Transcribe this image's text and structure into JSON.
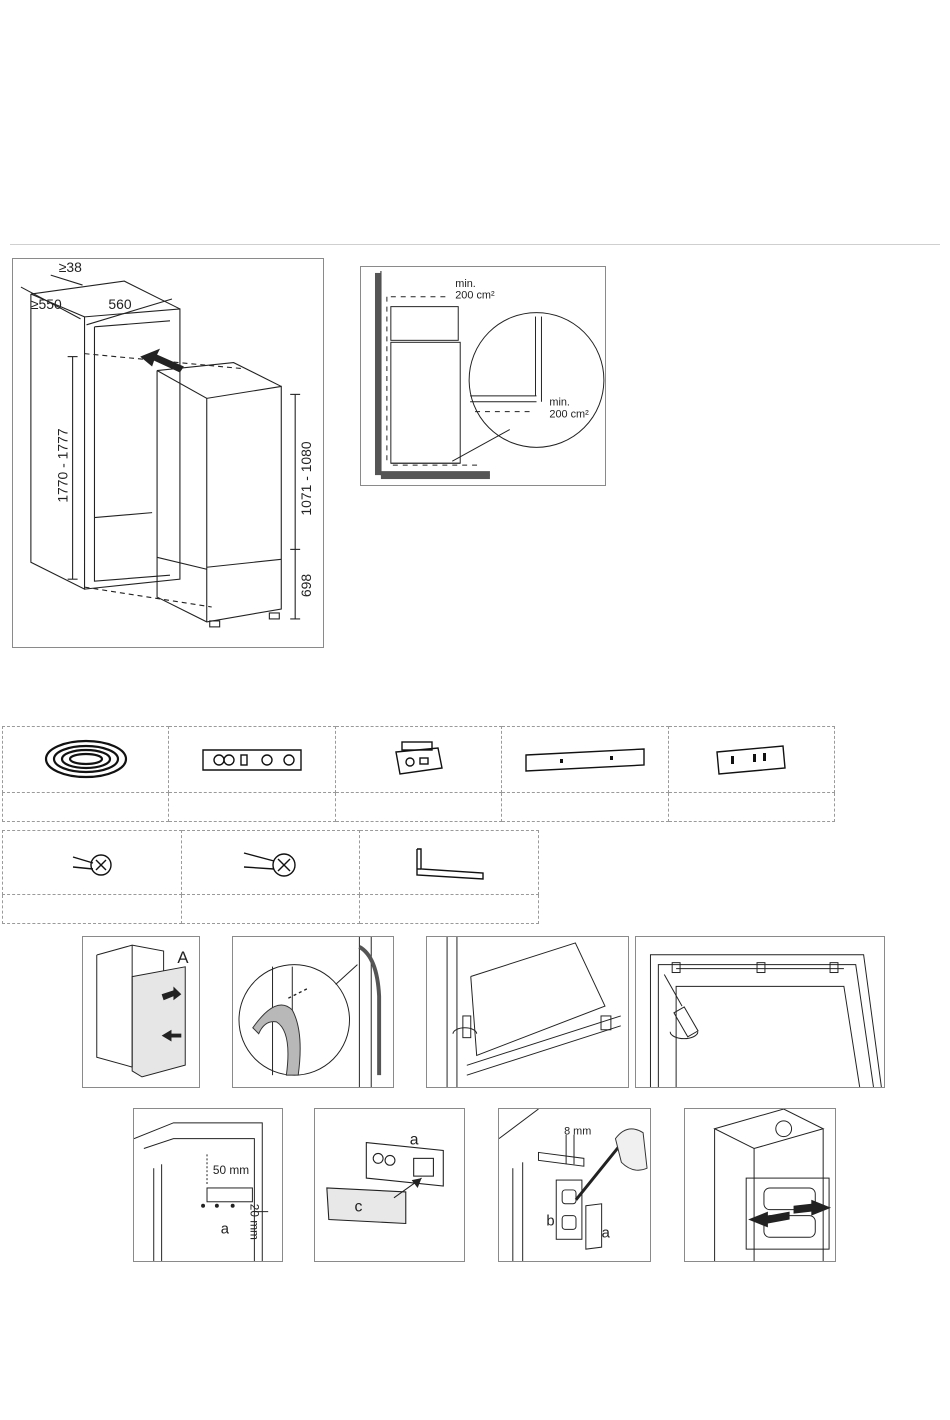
{
  "installation": {
    "dim_depth": "≥550",
    "dim_gap": "≥38",
    "dim_width": "560",
    "dim_niche_height": "1770 - 1777",
    "dim_upper_door": "1071 - 1080",
    "dim_lower_door": "698"
  },
  "ventilation": {
    "top_label": "min.",
    "top_area": "200 cm²",
    "bottom_label": "min.",
    "bottom_area": "200 cm²"
  },
  "parts_row1": [
    {
      "icon": "sealing-strip-roll-icon",
      "label": ""
    },
    {
      "icon": "hinge-rail-icon",
      "label": ""
    },
    {
      "icon": "door-slider-bracket-icon",
      "label": ""
    },
    {
      "icon": "cover-strip-icon",
      "label": ""
    },
    {
      "icon": "mounting-plate-icon",
      "label": ""
    }
  ],
  "parts_row2": [
    {
      "icon": "short-screw-icon",
      "label": ""
    },
    {
      "icon": "long-screw-icon",
      "label": ""
    },
    {
      "icon": "angle-bracket-icon",
      "label": ""
    }
  ],
  "steps": {
    "step1_label": "A",
    "step5_distance": "50 mm",
    "step5_part": "a",
    "step5_edge": "20 mm",
    "step6_part_a": "a",
    "step6_part_c": "c",
    "step7_distance": "8 mm",
    "step7_part_b": "b",
    "step7_part_a": "a"
  }
}
